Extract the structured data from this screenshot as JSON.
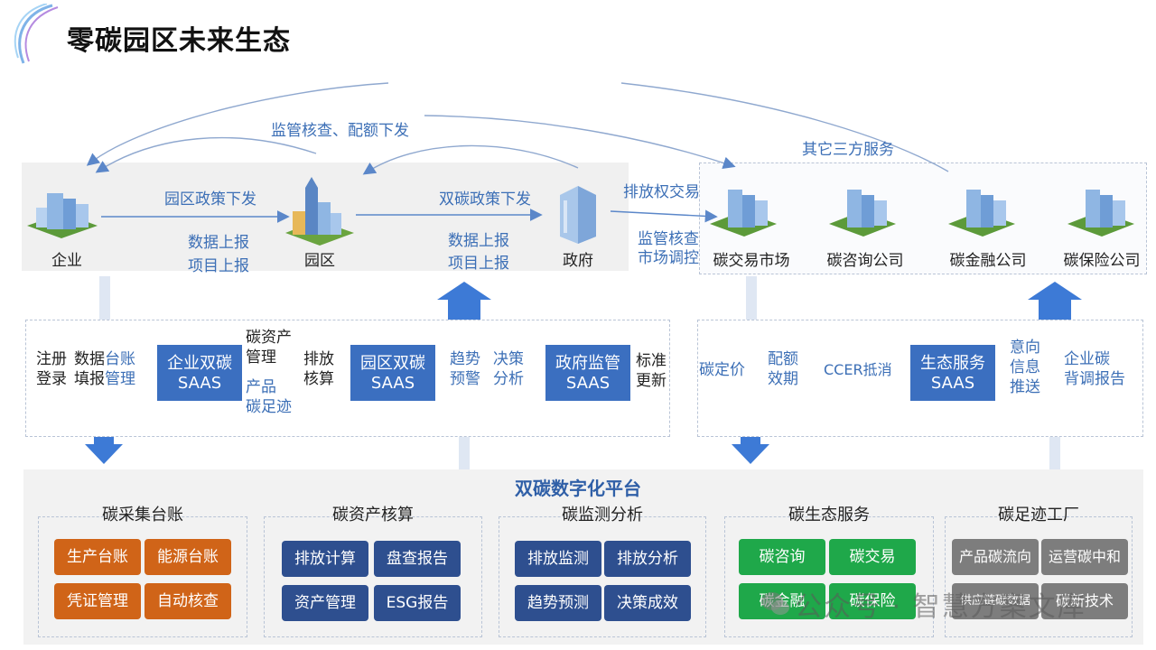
{
  "page": {
    "title": "零碳园区未来生态"
  },
  "top": {
    "left_entities": {
      "enterprise": "企业",
      "park": "园区",
      "government": "政府"
    },
    "third_party": {
      "carbon_market": "碳交易市场",
      "carbon_consulting": "碳咨询公司",
      "carbon_finance": "碳金融公司",
      "carbon_insurance": "碳保险公司"
    },
    "arrows": {
      "supervision_quota": "监管核查、配额下发",
      "other_services": "其它三方服务",
      "park_policy": "园区政策下发",
      "data_report_1": "数据上报",
      "project_report_1": "项目上报",
      "dual_carbon_policy": "双碳政策下发",
      "data_report_2": "数据上报",
      "project_report_2": "项目上报",
      "emission_trading": "排放权交易",
      "supervision_check": "监管核查",
      "market_regulation": "市场调控"
    }
  },
  "middle": {
    "left_block": {
      "register_1": "注册",
      "register_2": "登录",
      "data_1a": "数据",
      "data_1b": "台账",
      "data_2a": "填报",
      "data_2b": "管理",
      "enterprise_saas_1": "企业双碳",
      "enterprise_saas_2": "SAAS",
      "asset_mgmt_1": "碳资产",
      "asset_mgmt_2": "管理",
      "product_fp_1": "产品",
      "product_fp_2": "碳足迹",
      "emission_calc_1": "排放",
      "emission_calc_2": "核算",
      "park_saas_1": "园区双碳",
      "park_saas_2": "SAAS",
      "trend_1": "趋势",
      "trend_2": "预警",
      "decision_1": "决策",
      "decision_2": "分析",
      "gov_saas_1": "政府监管",
      "gov_saas_2": "SAAS",
      "std_1": "标准",
      "std_2": "更新"
    },
    "right_block": {
      "carbon_pricing": "碳定价",
      "quota_1": "配额",
      "quota_2": "效期",
      "ccer": "CCER抵消",
      "eco_saas_1": "生态服务",
      "eco_saas_2": "SAAS",
      "intent_1": "意向",
      "intent_2": "信息",
      "intent_3": "推送",
      "corp_report_1": "企业碳",
      "corp_report_2": "背调报告"
    }
  },
  "platform": {
    "title": "双碳数字化平台",
    "groups": [
      {
        "title": "碳采集台账",
        "tiles": [
          "生产台账",
          "能源台账",
          "凭证管理",
          "自动核查"
        ]
      },
      {
        "title": "碳资产核算",
        "tiles": [
          "排放计算",
          "盘查报告",
          "资产管理",
          "ESG报告"
        ]
      },
      {
        "title": "碳监测分析",
        "tiles": [
          "排放监测",
          "排放分析",
          "趋势预测",
          "决策成效"
        ]
      },
      {
        "title": "碳生态服务",
        "tiles": [
          "碳咨询",
          "碳交易",
          "碳金融",
          "碳保险"
        ]
      },
      {
        "title": "碳足迹工厂",
        "tiles": [
          "产品碳流向",
          "运营碳中和",
          "供应链碳数据",
          "碳新技术"
        ]
      }
    ]
  },
  "watermark": "公众号 · 智慧方案文库",
  "colors": {
    "accent_blue": "#3b6fc0",
    "text_blue": "#3c6fb6",
    "orange": "#d06418",
    "navy": "#2e4f8f",
    "green": "#1fa84a",
    "gray": "#7d7d7d"
  }
}
